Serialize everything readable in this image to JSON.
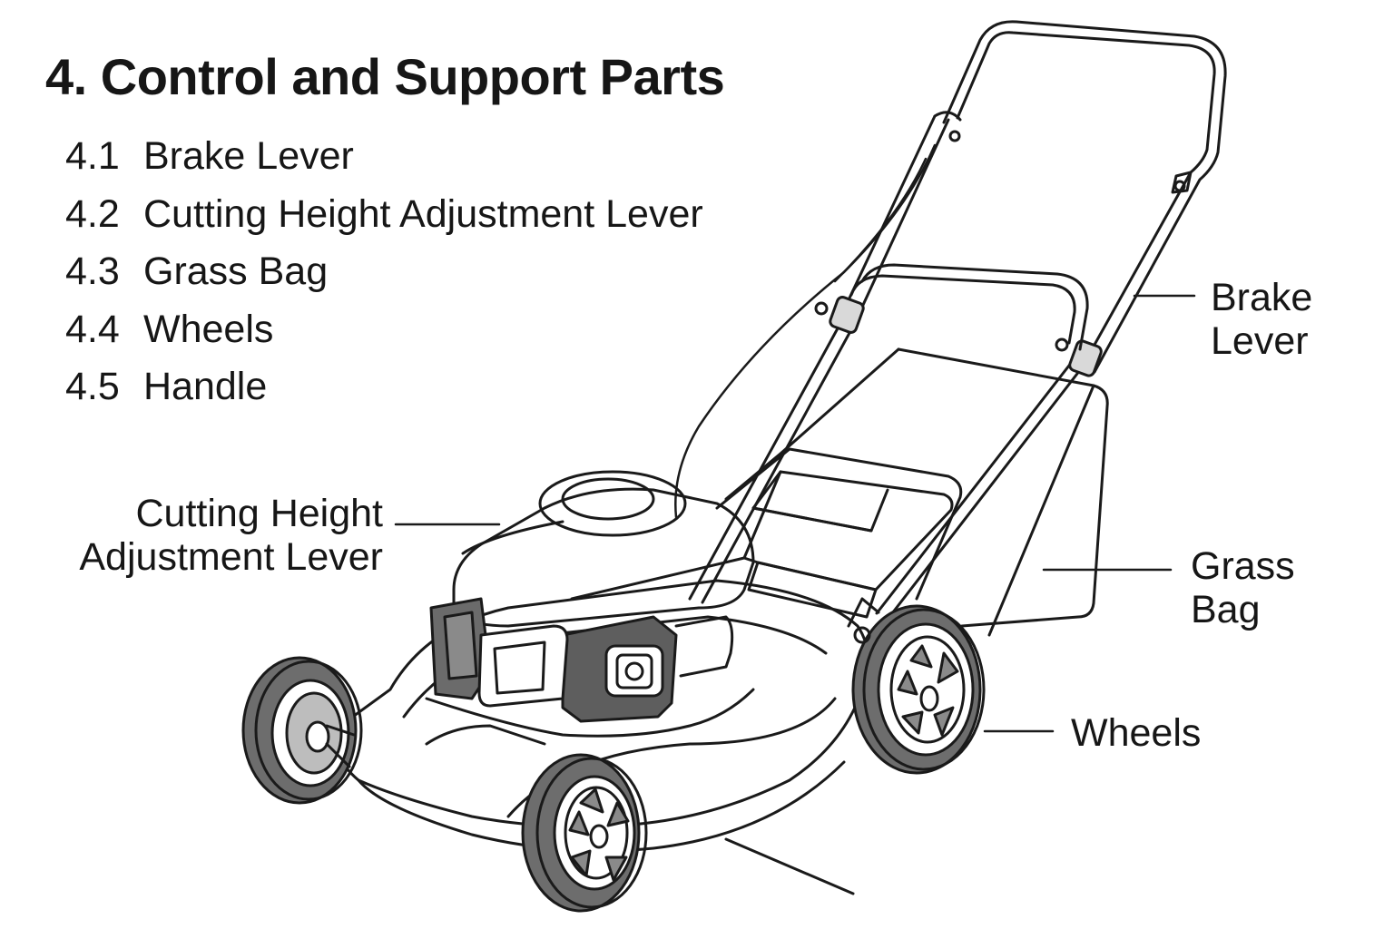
{
  "title": "4. Control and Support Parts",
  "parts": [
    {
      "num": "4.1",
      "label": "Brake Lever"
    },
    {
      "num": "4.2",
      "label": "Cutting Height Adjustment Lever"
    },
    {
      "num": "4.3",
      "label": "Grass Bag"
    },
    {
      "num": "4.4",
      "label": "Wheels"
    },
    {
      "num": "4.5",
      "label": "Handle"
    }
  ],
  "callouts": {
    "brake_lever": [
      "Brake",
      "Lever"
    ],
    "cutting_height": [
      "Cutting Height",
      "Adjustment Lever"
    ],
    "grass_bag": [
      "Grass",
      "Bag"
    ],
    "wheels": "Wheels"
  }
}
